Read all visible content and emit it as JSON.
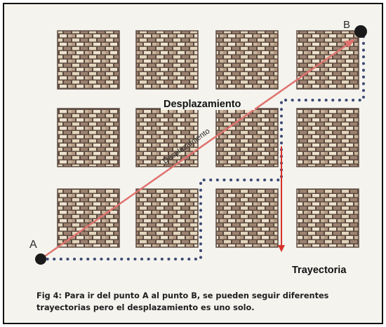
{
  "figure": {
    "point_a_label": "A",
    "point_b_label": "B",
    "displacement_label": "Desplazamiento",
    "arrow_label": "Desplazamiento",
    "trajectory_label": "Trayectoria",
    "caption_line1": "Fig 4: Para ir del punto A al punto B, se pueden seguir diferentes",
    "caption_line2": "trayectorias pero el desplazamiento es uno solo.",
    "grid_rows": 3,
    "grid_cols": 4
  },
  "colors": {
    "displacement_arrow": "#e0736f",
    "trajectory_dots": "#3d4a73",
    "trajectory_arrow": "#d8302a",
    "point": "#1a1a1a",
    "brick_light": "#e7dbc3",
    "brick_dark": "#8a6f5c",
    "mortar": "#5c4a40"
  }
}
